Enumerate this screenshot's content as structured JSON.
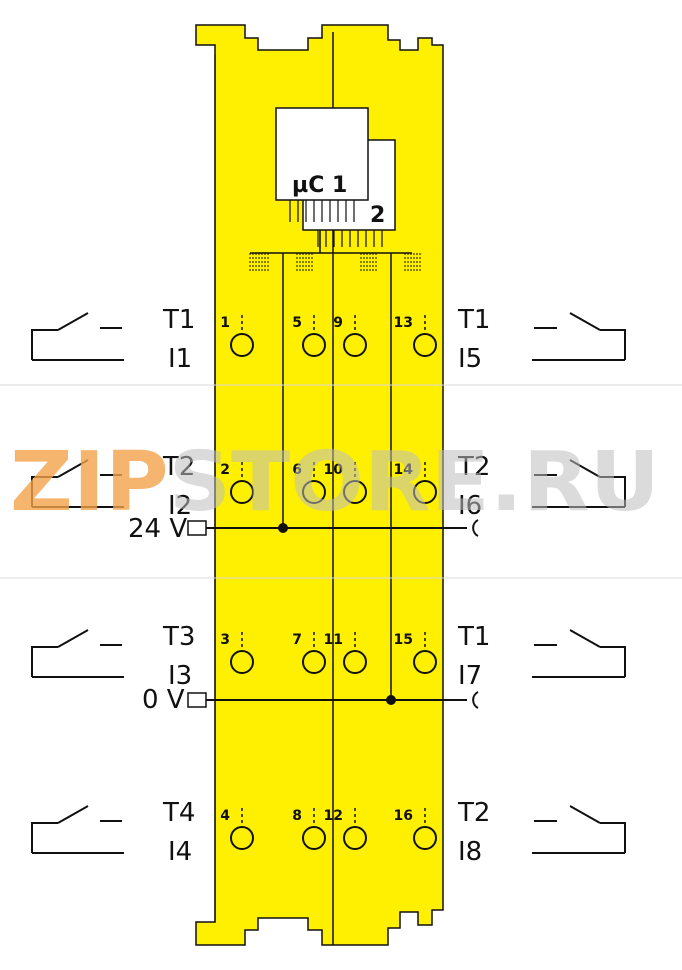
{
  "microcontrollers": {
    "mc1": "µC 1",
    "mc2": "2"
  },
  "supply": {
    "plus": "24 V",
    "zero": "0 V"
  },
  "terminals_left": [
    {
      "t": "T1",
      "i": "I1",
      "ta": "1",
      "tb": "5"
    },
    {
      "t": "T2",
      "i": "I2",
      "ta": "2",
      "tb": "6"
    },
    {
      "t": "T3",
      "i": "I3",
      "ta": "3",
      "tb": "7"
    },
    {
      "t": "T4",
      "i": "I4",
      "ta": "4",
      "tb": "8"
    }
  ],
  "terminals_right": [
    {
      "t": "T1",
      "i": "I5",
      "ta": "9",
      "tb": "13"
    },
    {
      "t": "T2",
      "i": "I6",
      "ta": "10",
      "tb": "14"
    },
    {
      "t": "T1",
      "i": "I7",
      "ta": "11",
      "tb": "15"
    },
    {
      "t": "T2",
      "i": "I8",
      "ta": "12",
      "tb": "16"
    }
  ],
  "watermark": {
    "accent": "ZIP",
    "rest": "STORE.RU"
  },
  "colors": {
    "module_fill": "#ffef00",
    "line": "#111111"
  }
}
